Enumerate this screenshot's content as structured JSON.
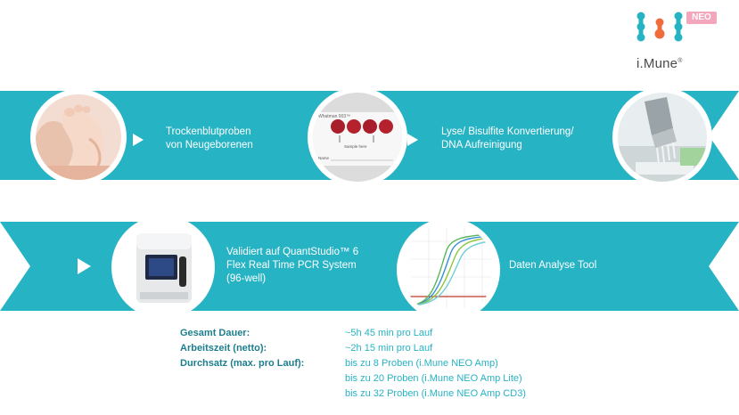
{
  "brand": {
    "name": "i.Mune",
    "mark": "®",
    "badge": "NEO",
    "colors": {
      "teal": "#26b3c4",
      "orange": "#ef6b3a",
      "pink": "#f2a7bd",
      "dark_teal": "#1d7f8e"
    }
  },
  "workflow": {
    "steps": [
      {
        "lines": [
          "Trockenblutproben",
          "von Neugeborenen"
        ],
        "image_icon": "baby-foot-image"
      },
      {
        "lines": [
          "Lyse/ Bisulfite Konvertierung/",
          "DNA Aufreinigung"
        ],
        "image_icon": "blood-card-image",
        "card_labels": [
          "Whatman 903™",
          "Sample here",
          "Name"
        ]
      },
      {
        "lines": [
          "Validiert auf QuantStudio™ 6",
          "Flex Real Time PCR System",
          "(96-well)"
        ],
        "image_icon": "pcr-instrument-image"
      },
      {
        "lines": [
          "Daten Analyse Tool"
        ],
        "image_icon": "amplification-curve-image"
      }
    ],
    "pipette_image_icon": "pipette-image"
  },
  "details": {
    "rows": [
      {
        "label": "Gesamt Dauer:",
        "value": "~5h 45 min pro Lauf"
      },
      {
        "label": "Arbeitszeit (netto):",
        "value": "~2h 15 min pro Lauf"
      },
      {
        "label": "Durchsatz (max. pro Lauf):",
        "value": "bis zu 8 Proben (i.Mune NEO Amp)"
      }
    ],
    "extra_lines": [
      "bis zu 20 Proben (i.Mune NEO Amp Lite)",
      "bis zu 32 Proben (i.Mune NEO Amp CD3)"
    ]
  }
}
